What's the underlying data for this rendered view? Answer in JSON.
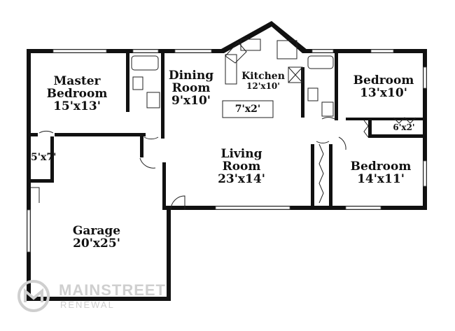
{
  "rooms": {
    "master_bedroom": {
      "name_line1": "Master",
      "name_line2": "Bedroom",
      "size": "15'x13'"
    },
    "dining_room": {
      "name_line1": "Dining",
      "name_line2": "Room",
      "size": "9'x10'"
    },
    "kitchen": {
      "name": "Kitchen",
      "size": "12'x10'"
    },
    "kitchen_island": {
      "size": "7'x2'"
    },
    "bedroom_top_right": {
      "name": "Bedroom",
      "size": "13'x10'"
    },
    "closet_right": {
      "size": "6'x2'"
    },
    "closet_left": {
      "size": "5'x7'"
    },
    "living_room": {
      "name_line1": "Living",
      "name_line2": "Room",
      "size": "23'x14'"
    },
    "bedroom_bottom_right": {
      "name": "Bedroom",
      "size": "14'x11'"
    },
    "garage": {
      "name": "Garage",
      "size": "20'x25'"
    }
  },
  "watermark": {
    "line1": "MAINSTREET",
    "line2": "RENEWAL"
  },
  "colors": {
    "wall": "#111111",
    "watermark": "#cfcfcf"
  }
}
